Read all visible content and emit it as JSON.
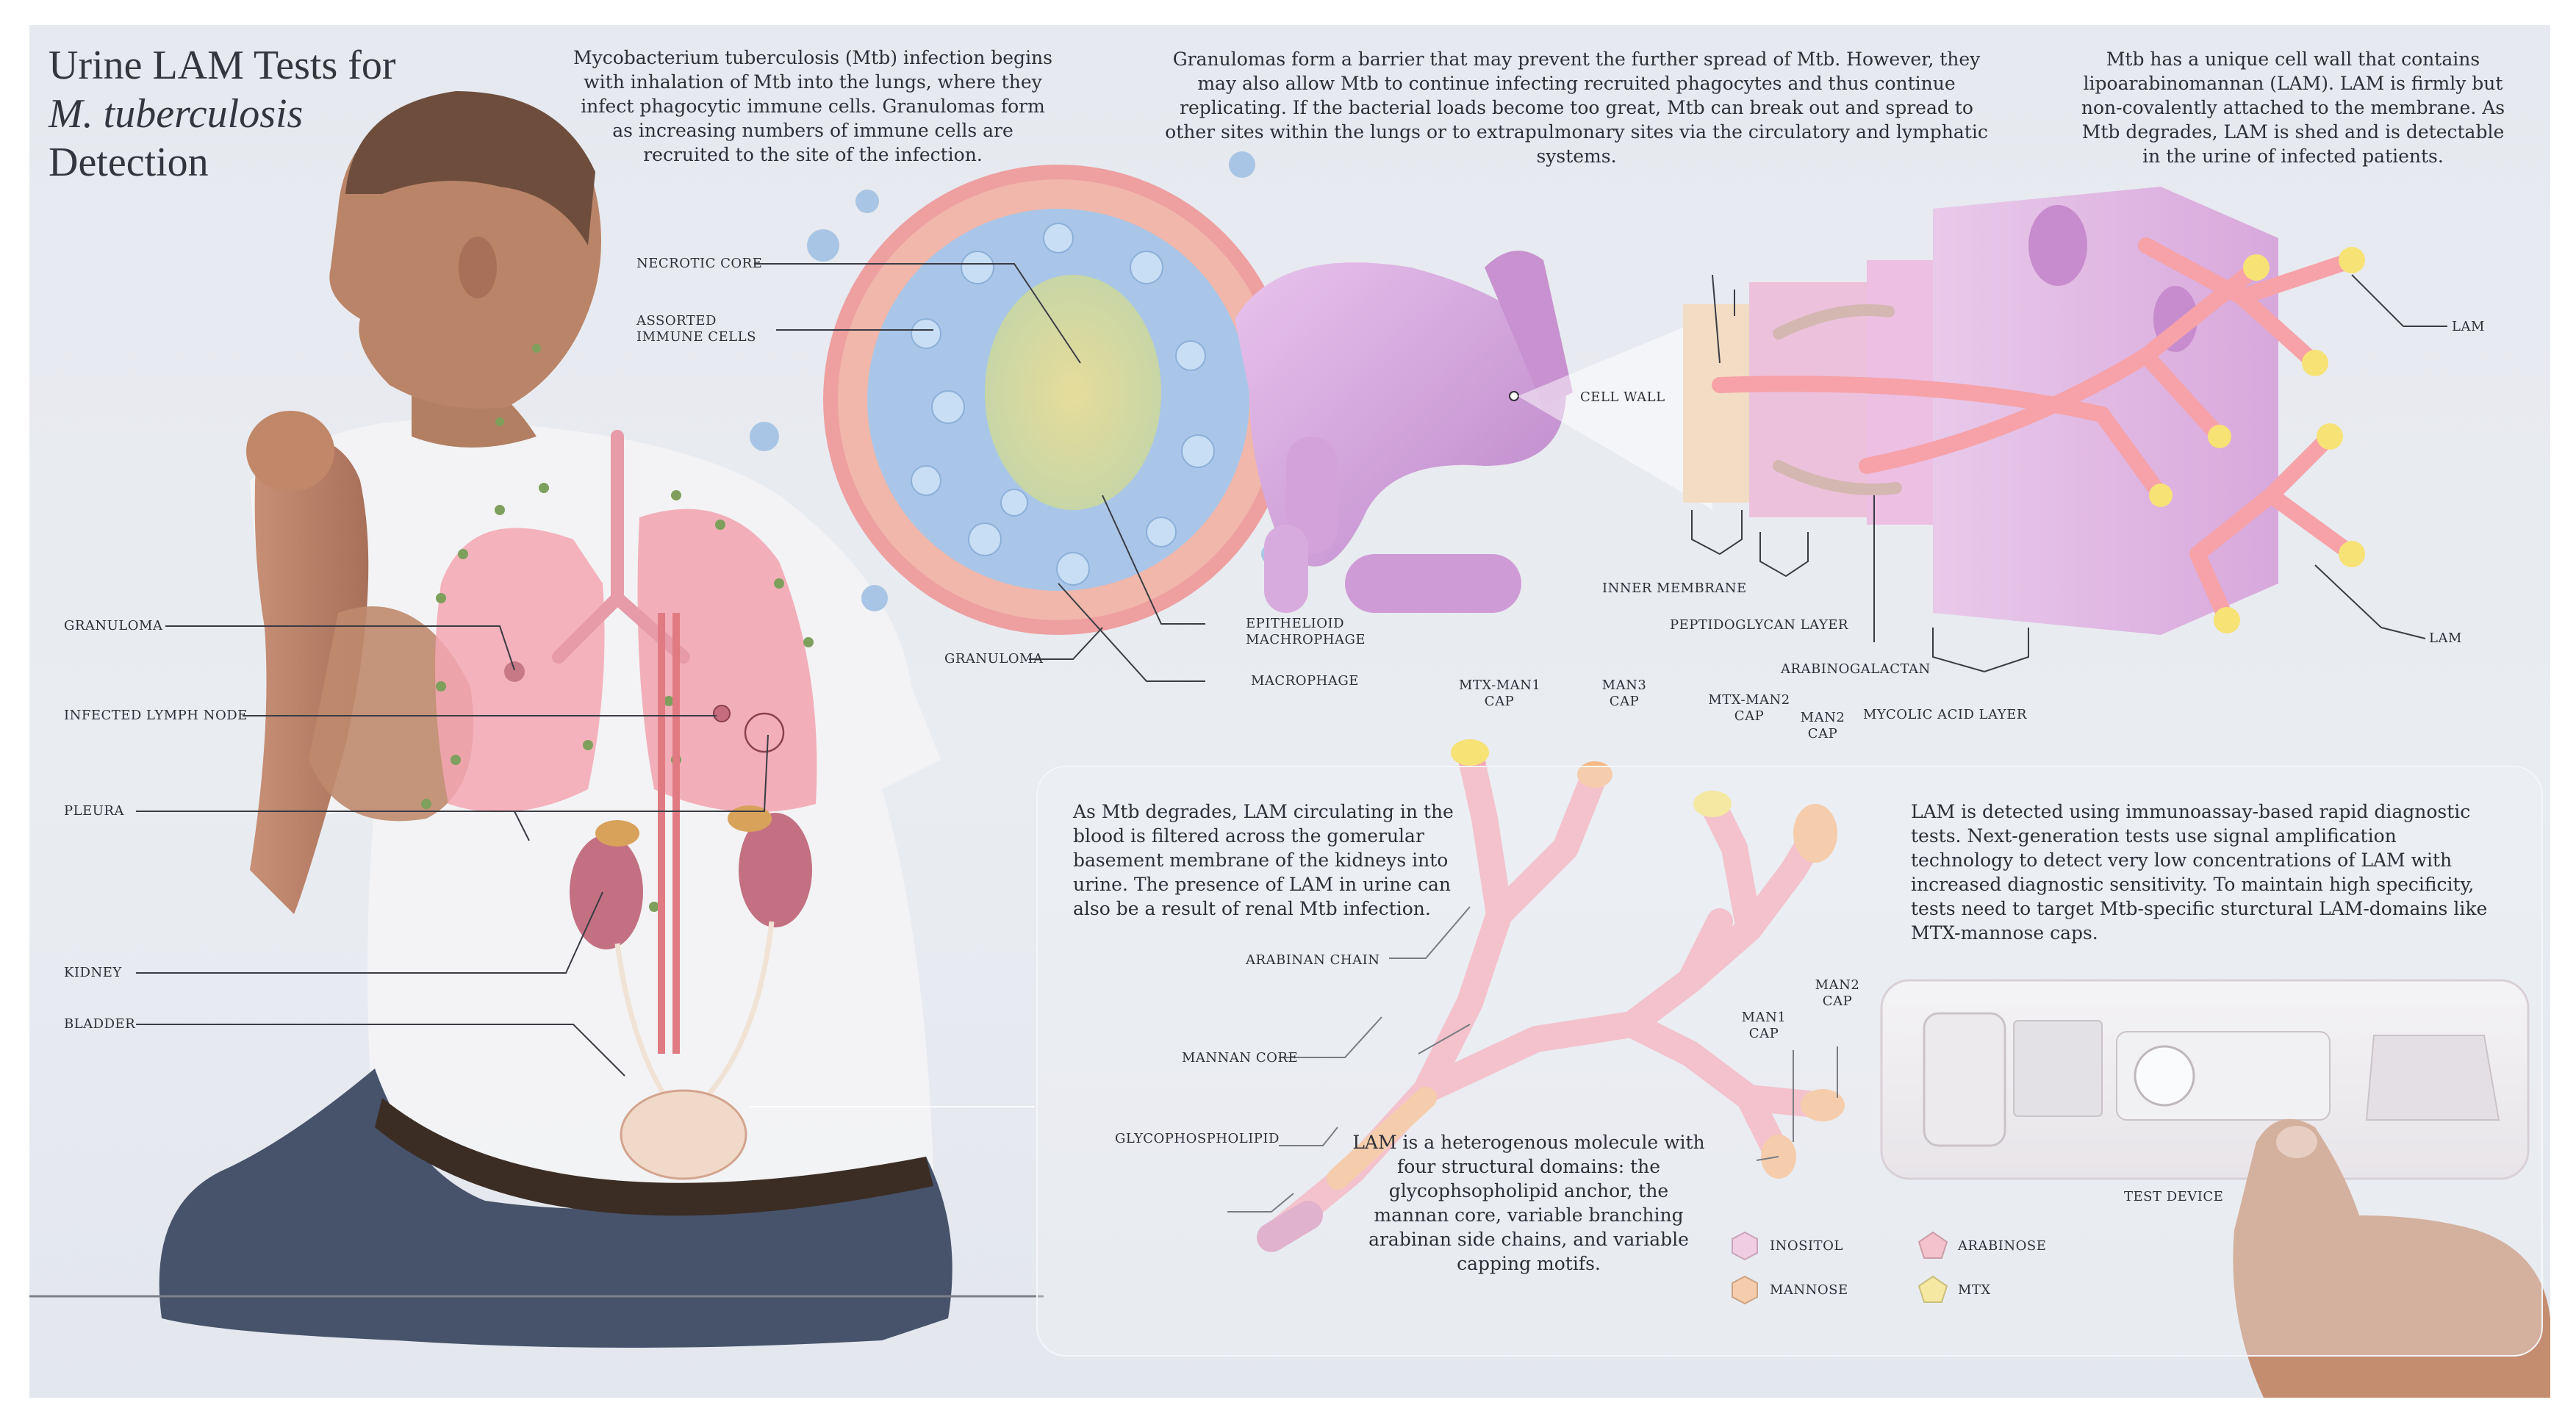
{
  "title": {
    "line1": "Urine LAM Tests for",
    "line2": "M. tuberculosis",
    "line3": "Detection"
  },
  "paragraphs": {
    "infection": "Mycobacterium tuberculosis (Mtb) infection begins with inhalation of Mtb into the lungs, where they infect phagocytic immune cells. Granulomas form as increasing numbers of immune cells are recruited to the site of the infection.",
    "granulomas": "Granulomas form a barrier that may prevent the further spread of Mtb. However, they may also allow Mtb to continue infecting recruited phagocytes and thus continue replicating. If the bacterial loads become too great, Mtb can break out and spread to other sites within the lungs or to extrapulmonary sites via the circulatory and lymphatic systems.",
    "cell_wall": "Mtb has a unique cell wall that contains lipoarabinomannan (LAM). LAM is firmly but non-covalently attached to the membrane. As Mtb degrades, LAM is shed and is detectable in the urine of infected patients.",
    "kidney": "As Mtb degrades, LAM circulating in the blood is filtered across the gomerular basement membrane of the kidneys into urine. The presence of LAM in urine can also be a result of renal Mtb infection.",
    "detection": "LAM is detected using immunoassay-based rapid diagnostic tests. Next-generation tests use signal amplification technology to detect very low concentrations of LAM with increased diagnostic sensitivity. To maintain high specificity, tests need to target Mtb-specific sturctural LAM-domains like MTX-mannose caps.",
    "heterogenous": "LAM is a heterogenous molecule with four structural domains: the glycophsopholipid anchor, the mannan core, variable branching arabinan side chains, and variable capping motifs."
  },
  "body_labels": {
    "granuloma": "GRANULOMA",
    "lymph_node": "INFECTED LYMPH NODE",
    "pleura": "PLEURA",
    "kidney": "KIDNEY",
    "bladder": "BLADDER"
  },
  "granuloma_labels": {
    "necrotic_core": "NECROTIC CORE",
    "immune_cells_1": "ASSORTED",
    "immune_cells_2": "IMMUNE CELLS",
    "epithelioid_1": "EPITHELIOID",
    "epithelioid_2": "MACHROPHAGE",
    "macrophage": "MACROPHAGE",
    "granuloma": "GRANULOMA"
  },
  "wall_labels": {
    "cell_wall": "CELL WALL",
    "inner_membrane": "INNER MEMBRANE",
    "peptidoglycan": "PEPTIDOGLYCAN LAYER",
    "arabinogalactan": "ARABINOGALACTAN",
    "mycolic": "MYCOLIC ACID LAYER",
    "lam_top": "LAM",
    "lam_bottom": "LAM"
  },
  "molecule_labels": {
    "mtx_man1_1": "MTX-MAN1",
    "mtx_man1_2": "CAP",
    "man3_1": "MAN3",
    "man3_2": "CAP",
    "mtx_man2_1": "MTX-MAN2",
    "mtx_man2_2": "CAP",
    "man2_top_1": "MAN2",
    "man2_top_2": "CAP",
    "arabinan": "ARABINAN CHAIN",
    "mannan": "MANNAN CORE",
    "glyco": "GLYCOPHOSPHOLIPID",
    "man1_1": "MAN1",
    "man1_2": "CAP",
    "man2_low_1": "MAN2",
    "man2_low_2": "CAP"
  },
  "legend": [
    {
      "name": "INOSITOL",
      "color": "#f0b8d6"
    },
    {
      "name": "ARABINOSE",
      "color": "#f5a8b6"
    },
    {
      "name": "MANNOSE",
      "color": "#f7b884"
    },
    {
      "name": "MTX",
      "color": "#f7e276"
    }
  ],
  "device": {
    "label": "TEST DEVICE"
  },
  "colors": {
    "background": "#e7eaf0",
    "skin": "#b07e62",
    "lung": "#f3a9b3",
    "granuloma_rim": "#ee9fa0",
    "immune_cells": "#a9c6e8",
    "bacterium": "#d3a2da",
    "cell_wall": "#e2b7e4",
    "lam": "#f6a2a8",
    "lam_cap": "#f7e276",
    "shorts": "#47546c"
  }
}
